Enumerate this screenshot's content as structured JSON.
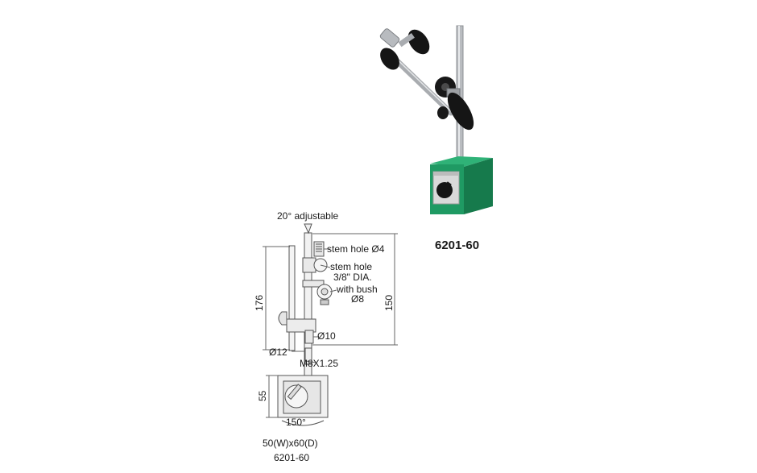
{
  "product": {
    "model_label": "6201-60",
    "colors": {
      "base_green": "#1f9a63",
      "base_green_dark": "#167a4c",
      "knob_black": "#151515",
      "rod_silver": "#b9bcc0"
    }
  },
  "drawing": {
    "angle_note": "20° adjustable",
    "dim_176": "176",
    "dim_150": "150",
    "dim_55": "55",
    "stem_hole_4": "stem hole Ø4",
    "stem_hole_38_line1": "stem  hole",
    "stem_hole_38_line2": "3/8\" DIA.",
    "bush_line1": "with bush",
    "bush_line2": "Ø8",
    "dia_10": "Ø10",
    "dia_12": "Ø12",
    "thread": "M8X1.25",
    "angle_150": "150°",
    "base_size": "50(W)x60(D)",
    "model_label": "6201-60"
  }
}
